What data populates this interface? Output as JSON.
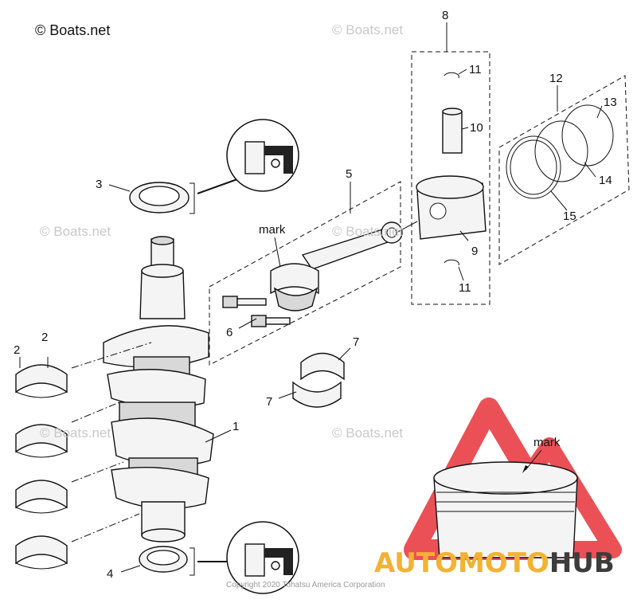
{
  "watermark": {
    "main": "© Boats.net",
    "faint": "© Boats.net",
    "copyright": "Copyright 2020 Tohatsu America Corporation"
  },
  "brand": {
    "word_a": "AUTOMOTO",
    "word_b": "HUB",
    "accent_color": "#e8323a",
    "gold_color": "#f2b234"
  },
  "callouts": {
    "c1": "1",
    "c2a": "2",
    "c2b": "2",
    "c3": "3",
    "c4": "4",
    "c5": "5",
    "c6": "6",
    "c7a": "7",
    "c7b": "7",
    "c8": "8",
    "c9": "9",
    "c10": "10",
    "c11a": "11",
    "c11b": "11",
    "c12": "12",
    "c13": "13",
    "c14": "14",
    "c15": "15"
  },
  "annotations": {
    "mark_rod": "mark",
    "mark_piston": "mark"
  }
}
